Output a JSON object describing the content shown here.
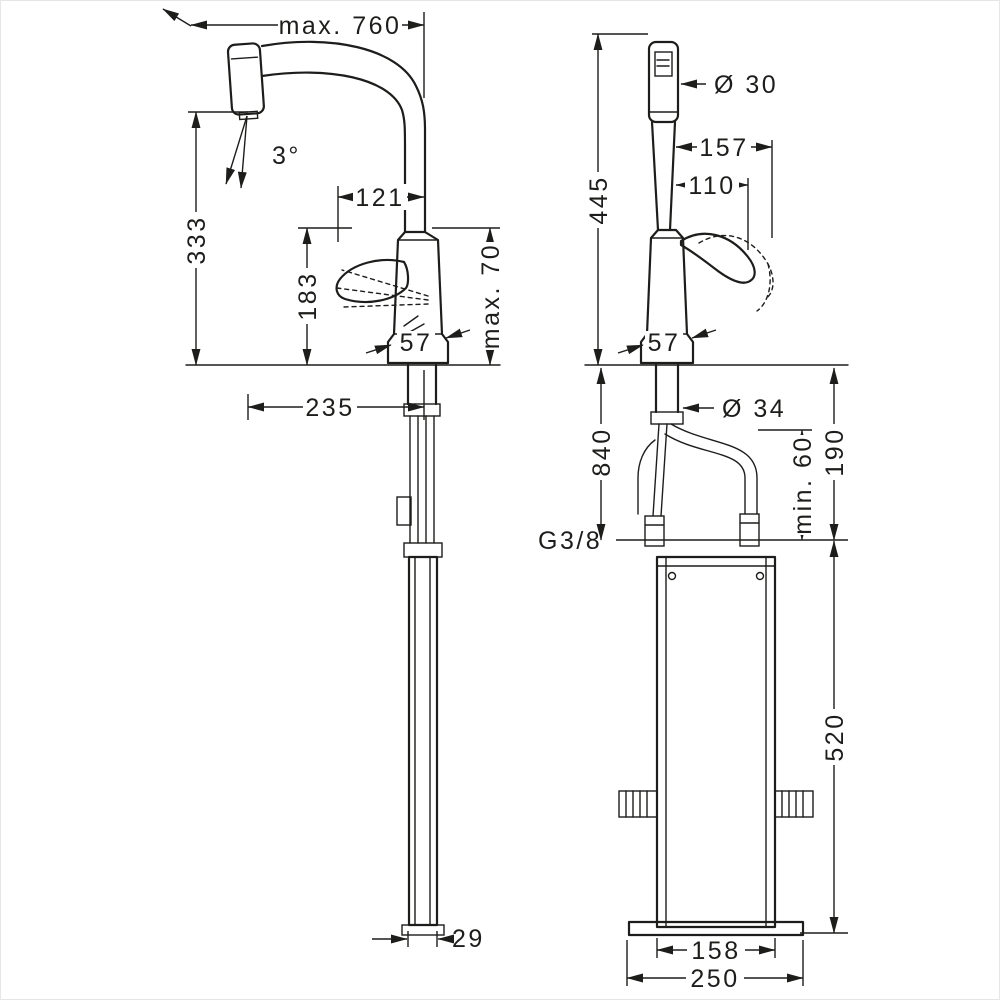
{
  "meta": {
    "line_color": "#1d1d1b",
    "background_color": "#ffffff",
    "drawing_type": "technical dimensional drawing, kitchen mixer with pull-out spray and installation unit"
  },
  "side_view": {
    "max760": "max. 760",
    "angle": "3°",
    "len121": "121",
    "h333": "333",
    "h183": "183",
    "max70": "max. 70",
    "w57": "57",
    "r235": "235",
    "d29": "29"
  },
  "front_view": {
    "dia30": "Ø 30",
    "h445": "445",
    "r157": "157",
    "r110": "110",
    "w57": "57",
    "l840": "840",
    "dia34": "Ø 34",
    "min60": "min. 60",
    "d190": "190",
    "thread": "G3/8",
    "h520": "520",
    "w158": "158",
    "w250": "250"
  }
}
